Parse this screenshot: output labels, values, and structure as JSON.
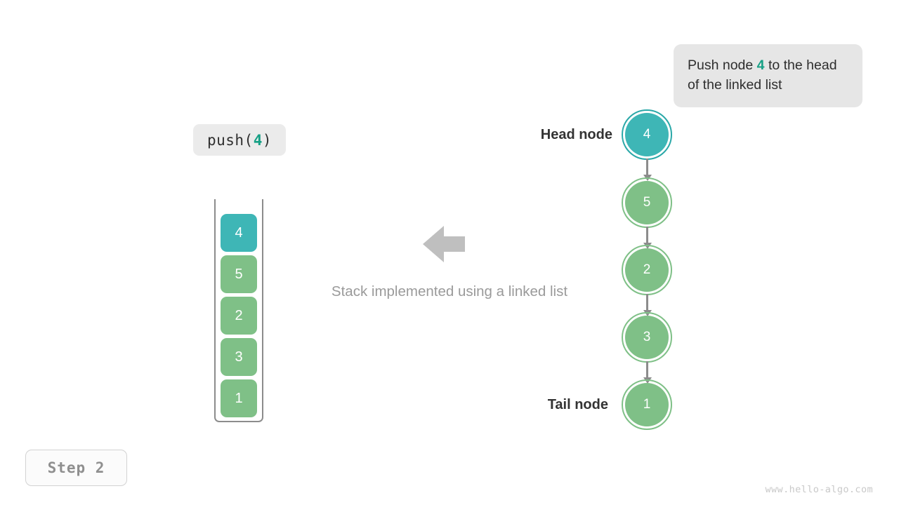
{
  "tooltip": {
    "prefix": "Push node ",
    "value": "4",
    "suffix": " to the head of the linked list"
  },
  "operation_chip": {
    "prefix": "push(",
    "value": "4",
    "suffix": ")"
  },
  "stack": {
    "caption": "Stack implemented using a linked list",
    "cells": [
      {
        "value": "4",
        "highlight": true
      },
      {
        "value": "5",
        "highlight": false
      },
      {
        "value": "2",
        "highlight": false
      },
      {
        "value": "3",
        "highlight": false
      },
      {
        "value": "1",
        "highlight": false
      }
    ]
  },
  "linked_list": {
    "head_label": "Head node",
    "tail_label": "Tail node",
    "nodes": [
      {
        "value": "4",
        "highlight": true
      },
      {
        "value": "5",
        "highlight": false
      },
      {
        "value": "2",
        "highlight": false
      },
      {
        "value": "3",
        "highlight": false
      },
      {
        "value": "1",
        "highlight": false
      }
    ]
  },
  "step_badge": "Step 2",
  "watermark": "www.hello-algo.com",
  "colors": {
    "highlight_teal": "#3eb6b6",
    "node_green": "#7fc087",
    "accent_text": "#16a085",
    "arrow_gray": "#8c8c8c",
    "chip_bg": "#ebebeb",
    "tooltip_bg": "#e6e6e6"
  },
  "chart_data": {
    "type": "diagram",
    "title": "Stack push operation on a linked-list implementation",
    "stack_top_to_bottom": [
      "4",
      "5",
      "2",
      "3",
      "1"
    ],
    "linked_list_head_to_tail": [
      "4",
      "5",
      "2",
      "3",
      "1"
    ],
    "pushed_value": "4",
    "step": 2
  }
}
